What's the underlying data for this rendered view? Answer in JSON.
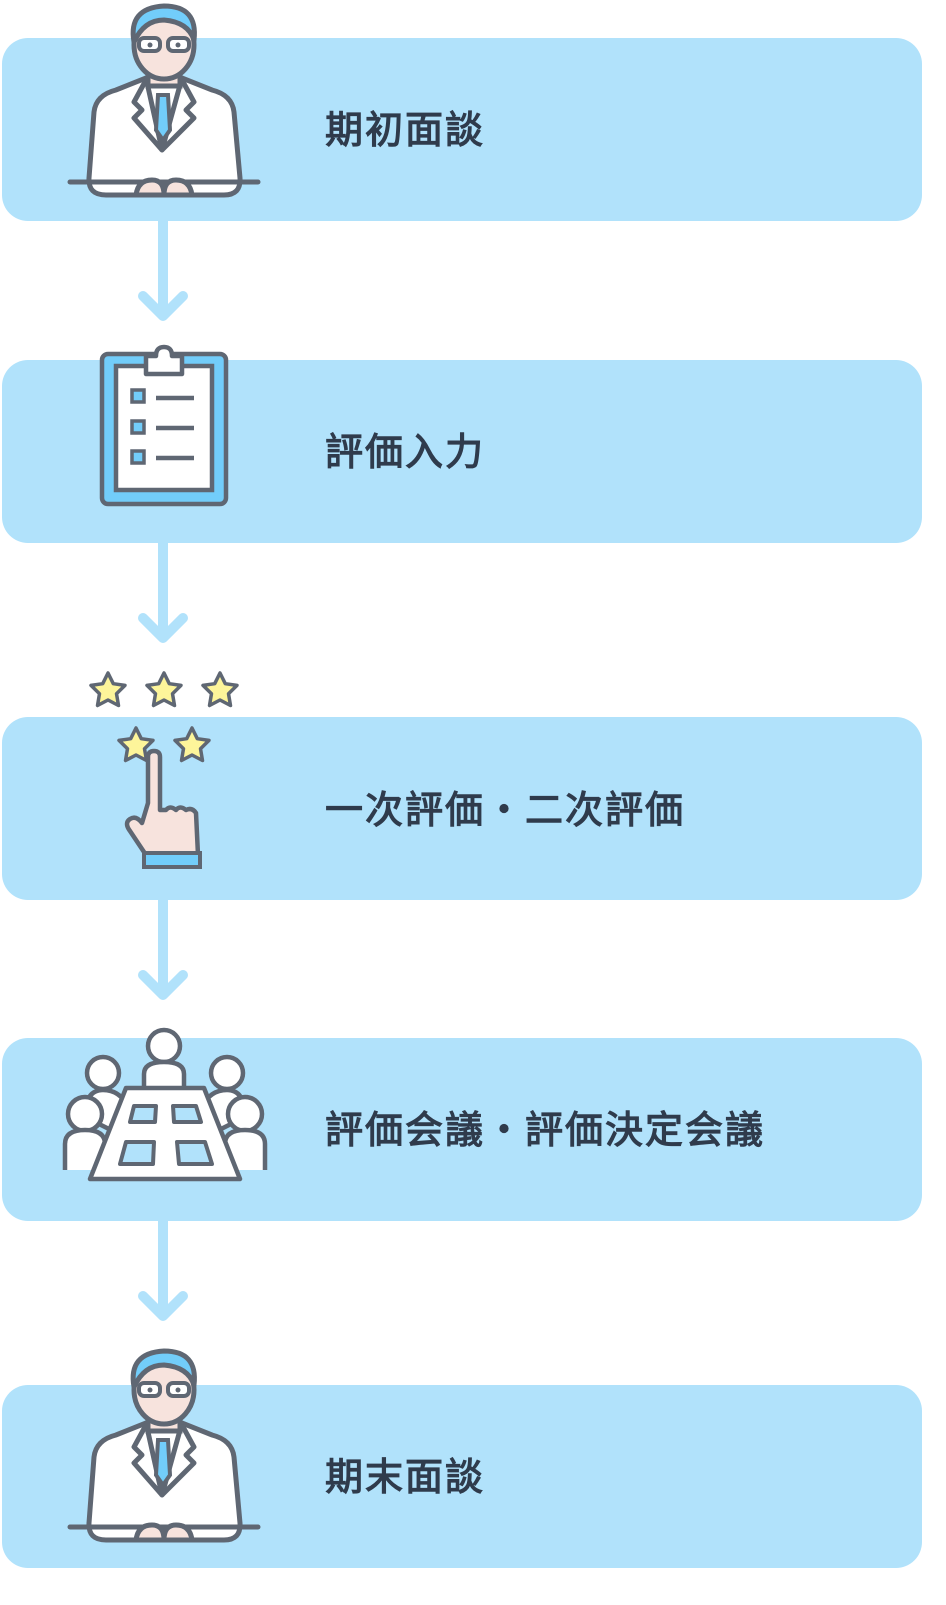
{
  "steps": [
    {
      "label": "期初面談",
      "icon": "businessman-icon"
    },
    {
      "label": "評価入力",
      "icon": "clipboard-checklist-icon"
    },
    {
      "label": "一次評価・二次評価",
      "icon": "star-rating-hand-icon"
    },
    {
      "label": "評価会議・評価決定会議",
      "icon": "meeting-table-icon"
    },
    {
      "label": "期末面談",
      "icon": "businessman-icon"
    }
  ],
  "colors": {
    "box": "#b1e2fb",
    "arrow": "#b1e2fb",
    "stroke": "#5f6773",
    "accent": "#72cdfa",
    "skin": "#f7e3dd",
    "star": "#fdf59a",
    "text": "#2f3b4c"
  }
}
